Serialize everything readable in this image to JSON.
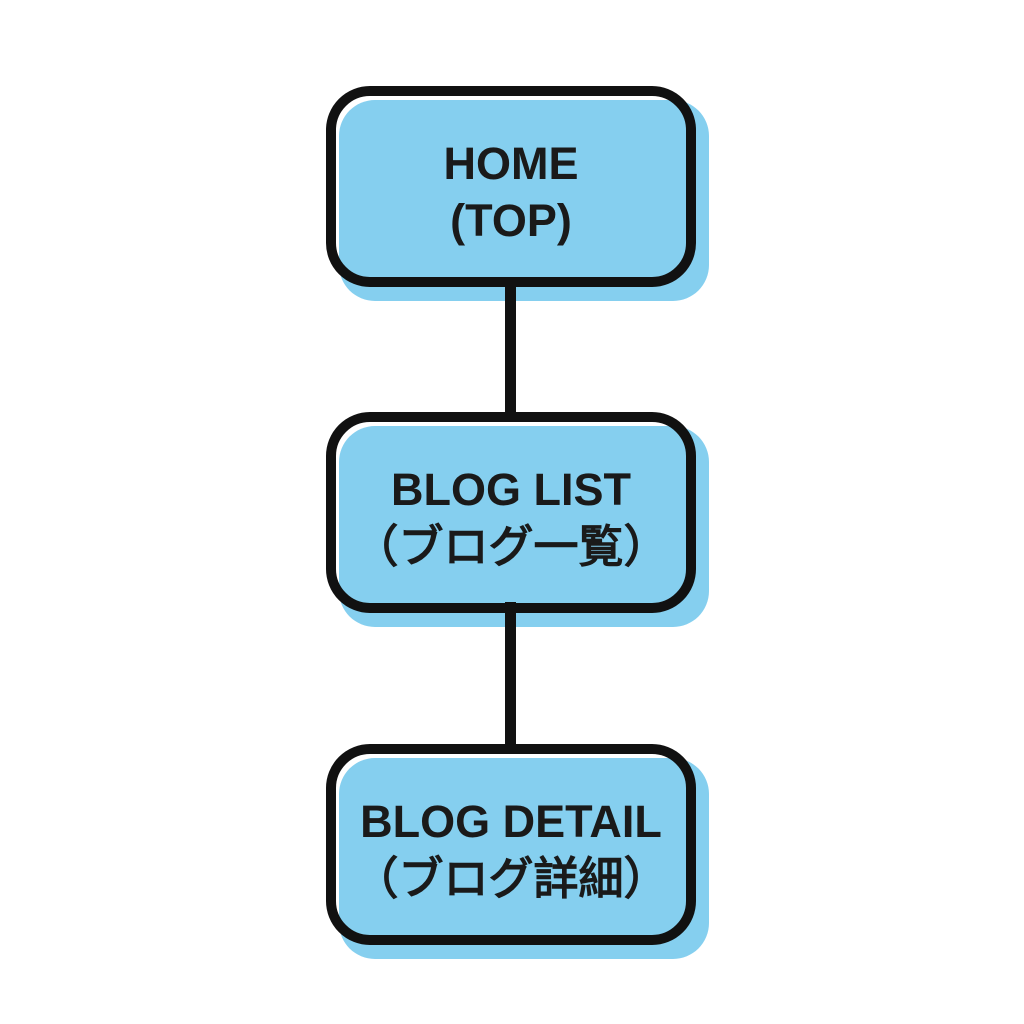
{
  "diagram_type": "site-structure-flowchart",
  "nodes": [
    {
      "id": "home",
      "title": "HOME",
      "subtitle": "(TOP)"
    },
    {
      "id": "blog-list",
      "title": "BLOG LIST",
      "subtitle": "（ブログ一覧）"
    },
    {
      "id": "blog-detail",
      "title": "BLOG DETAIL",
      "subtitle": "（ブログ詳細）"
    }
  ],
  "connections": [
    {
      "from": "home",
      "to": "blog-list"
    },
    {
      "from": "blog-list",
      "to": "blog-detail"
    }
  ],
  "colors": {
    "node_fill": "#85CFEF",
    "node_border": "#111111",
    "connector": "#111111",
    "text": "#1A1A1A",
    "background": "#FFFFFF"
  }
}
